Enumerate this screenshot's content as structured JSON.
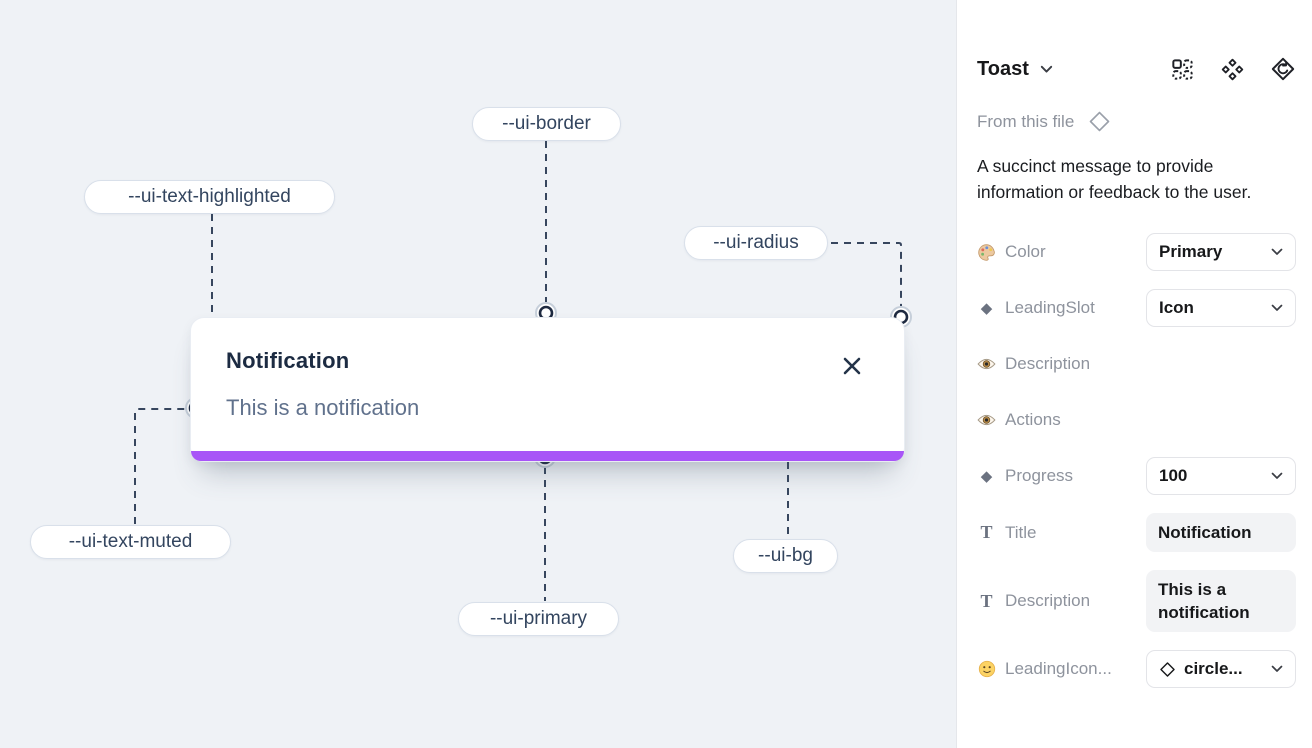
{
  "icons": {
    "chevron-down-icon": "⌄",
    "close-icon": "✕",
    "diamond-icon": "◆",
    "diamond-outline-icon": "◇",
    "text-icon": "T",
    "palette-icon": "🎨",
    "eye-icon": "👁",
    "smiley-icon": "🙂",
    "variants-icon": "dashed-square-grid",
    "component-icon": "four-diamonds",
    "instance-swap-icon": "diamond-undo-arrow"
  },
  "canvas": {
    "toast": {
      "title": "Notification",
      "description": "This is a notification"
    },
    "annotations": [
      {
        "label": "--ui-border"
      },
      {
        "label": "--ui-text-highlighted"
      },
      {
        "label": "--ui-radius"
      },
      {
        "label": "--ui-text-muted"
      },
      {
        "label": "--ui-primary"
      },
      {
        "label": "--ui-bg"
      }
    ]
  },
  "panel": {
    "title": "Toast",
    "source_label": "From this file",
    "description": "A succinct message to provide information or feedback to the user.",
    "properties": [
      {
        "name": "Color",
        "icon": "palette-icon",
        "control": "select",
        "value": "Primary"
      },
      {
        "name": "LeadingSlot",
        "icon": "diamond-icon",
        "control": "select",
        "value": "Icon"
      },
      {
        "name": "Description",
        "icon": "eye-icon",
        "control": "toggle",
        "value": true
      },
      {
        "name": "Actions",
        "icon": "eye-icon",
        "control": "toggle",
        "value": true
      },
      {
        "name": "Progress",
        "icon": "diamond-icon",
        "control": "select",
        "value": "100"
      },
      {
        "name": "Title",
        "icon": "text-icon",
        "control": "text",
        "value": "Notification"
      },
      {
        "name": "Description",
        "icon": "text-icon",
        "control": "text",
        "value": "This is a notification"
      },
      {
        "name": "LeadingIcon...",
        "icon": "smiley-icon",
        "control": "select",
        "value": "circle..."
      }
    ]
  },
  "colors": {
    "canvas_bg": "#eff2f6",
    "progress_bar": "#a855f7",
    "toggle_on": "#1e9bff",
    "title_text": "#1c2b42",
    "muted_text": "#60718c"
  }
}
